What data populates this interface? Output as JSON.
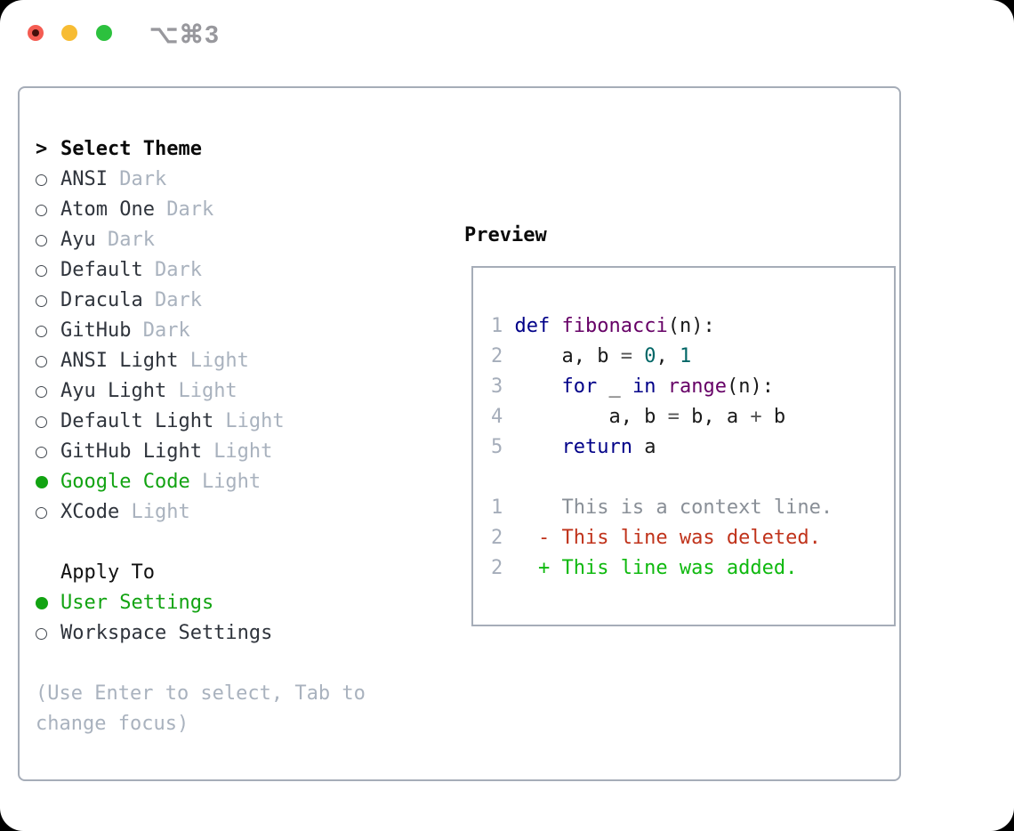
{
  "window": {
    "shortcut": "⌥⌘3",
    "traffic_lights": [
      "close-button",
      "minimize-button",
      "zoom-button"
    ]
  },
  "theme_panel": {
    "header": {
      "prompt": ">",
      "label": "Select Theme"
    },
    "themes": [
      {
        "name": "ANSI",
        "variant": "Dark",
        "selected": false
      },
      {
        "name": "Atom One",
        "variant": "Dark",
        "selected": false
      },
      {
        "name": "Ayu",
        "variant": "Dark",
        "selected": false
      },
      {
        "name": "Default",
        "variant": "Dark",
        "selected": false
      },
      {
        "name": "Dracula",
        "variant": "Dark",
        "selected": false
      },
      {
        "name": "GitHub",
        "variant": "Dark",
        "selected": false
      },
      {
        "name": "ANSI Light",
        "variant": "Light",
        "selected": false
      },
      {
        "name": "Ayu Light",
        "variant": "Light",
        "selected": false
      },
      {
        "name": "Default Light",
        "variant": "Light",
        "selected": false
      },
      {
        "name": "GitHub Light",
        "variant": "Light",
        "selected": false
      },
      {
        "name": "Google Code",
        "variant": "Light",
        "selected": true
      },
      {
        "name": "XCode",
        "variant": "Light",
        "selected": false
      }
    ],
    "apply_to": {
      "label": "Apply To",
      "options": [
        {
          "label": "User Settings",
          "selected": true
        },
        {
          "label": "Workspace Settings",
          "selected": false
        }
      ]
    },
    "help_text": "(Use Enter to select, Tab to change focus)"
  },
  "preview": {
    "title": "Preview",
    "code_lines": [
      {
        "num": "1",
        "tokens": [
          [
            "kw",
            "def"
          ],
          [
            "pl",
            " "
          ],
          [
            "fn",
            "fibonacci"
          ],
          [
            "pl",
            "(n):"
          ]
        ]
      },
      {
        "num": "2",
        "tokens": [
          [
            "pl",
            "    a, b "
          ],
          [
            "op",
            "="
          ],
          [
            "pl",
            " "
          ],
          [
            "num",
            "0"
          ],
          [
            "pl",
            ", "
          ],
          [
            "num",
            "1"
          ]
        ]
      },
      {
        "num": "3",
        "tokens": [
          [
            "pl",
            "    "
          ],
          [
            "kw",
            "for"
          ],
          [
            "pl",
            " _ "
          ],
          [
            "kw",
            "in"
          ],
          [
            "pl",
            " "
          ],
          [
            "fn",
            "range"
          ],
          [
            "pl",
            "(n):"
          ]
        ]
      },
      {
        "num": "4",
        "tokens": [
          [
            "pl",
            "        a, b "
          ],
          [
            "op",
            "="
          ],
          [
            "pl",
            " b, a "
          ],
          [
            "op",
            "+"
          ],
          [
            "pl",
            " b"
          ]
        ]
      },
      {
        "num": "5",
        "tokens": [
          [
            "pl",
            "    "
          ],
          [
            "kw",
            "return"
          ],
          [
            "pl",
            " a"
          ]
        ]
      }
    ],
    "diff_lines": [
      {
        "num": "1",
        "tokens": [
          [
            "ctx",
            "    This is a context line."
          ]
        ]
      },
      {
        "num": "2",
        "tokens": [
          [
            "del",
            "  - This line was deleted."
          ]
        ]
      },
      {
        "num": "2",
        "tokens": [
          [
            "add",
            "  + This line was added."
          ]
        ]
      }
    ],
    "colors": {
      "keyword": "#000088",
      "function": "#660066",
      "number_literal": "#006666",
      "plain": "#1a1a1a",
      "operator": "#555555",
      "line_number": "#a5adba",
      "diff_context": "#898f97",
      "diff_deleted": "#c0331b",
      "diff_added": "#0fb90f",
      "selection_green": "#12a312",
      "muted_gray": "#a9b2be",
      "panel_border": "#a6adb8"
    }
  }
}
